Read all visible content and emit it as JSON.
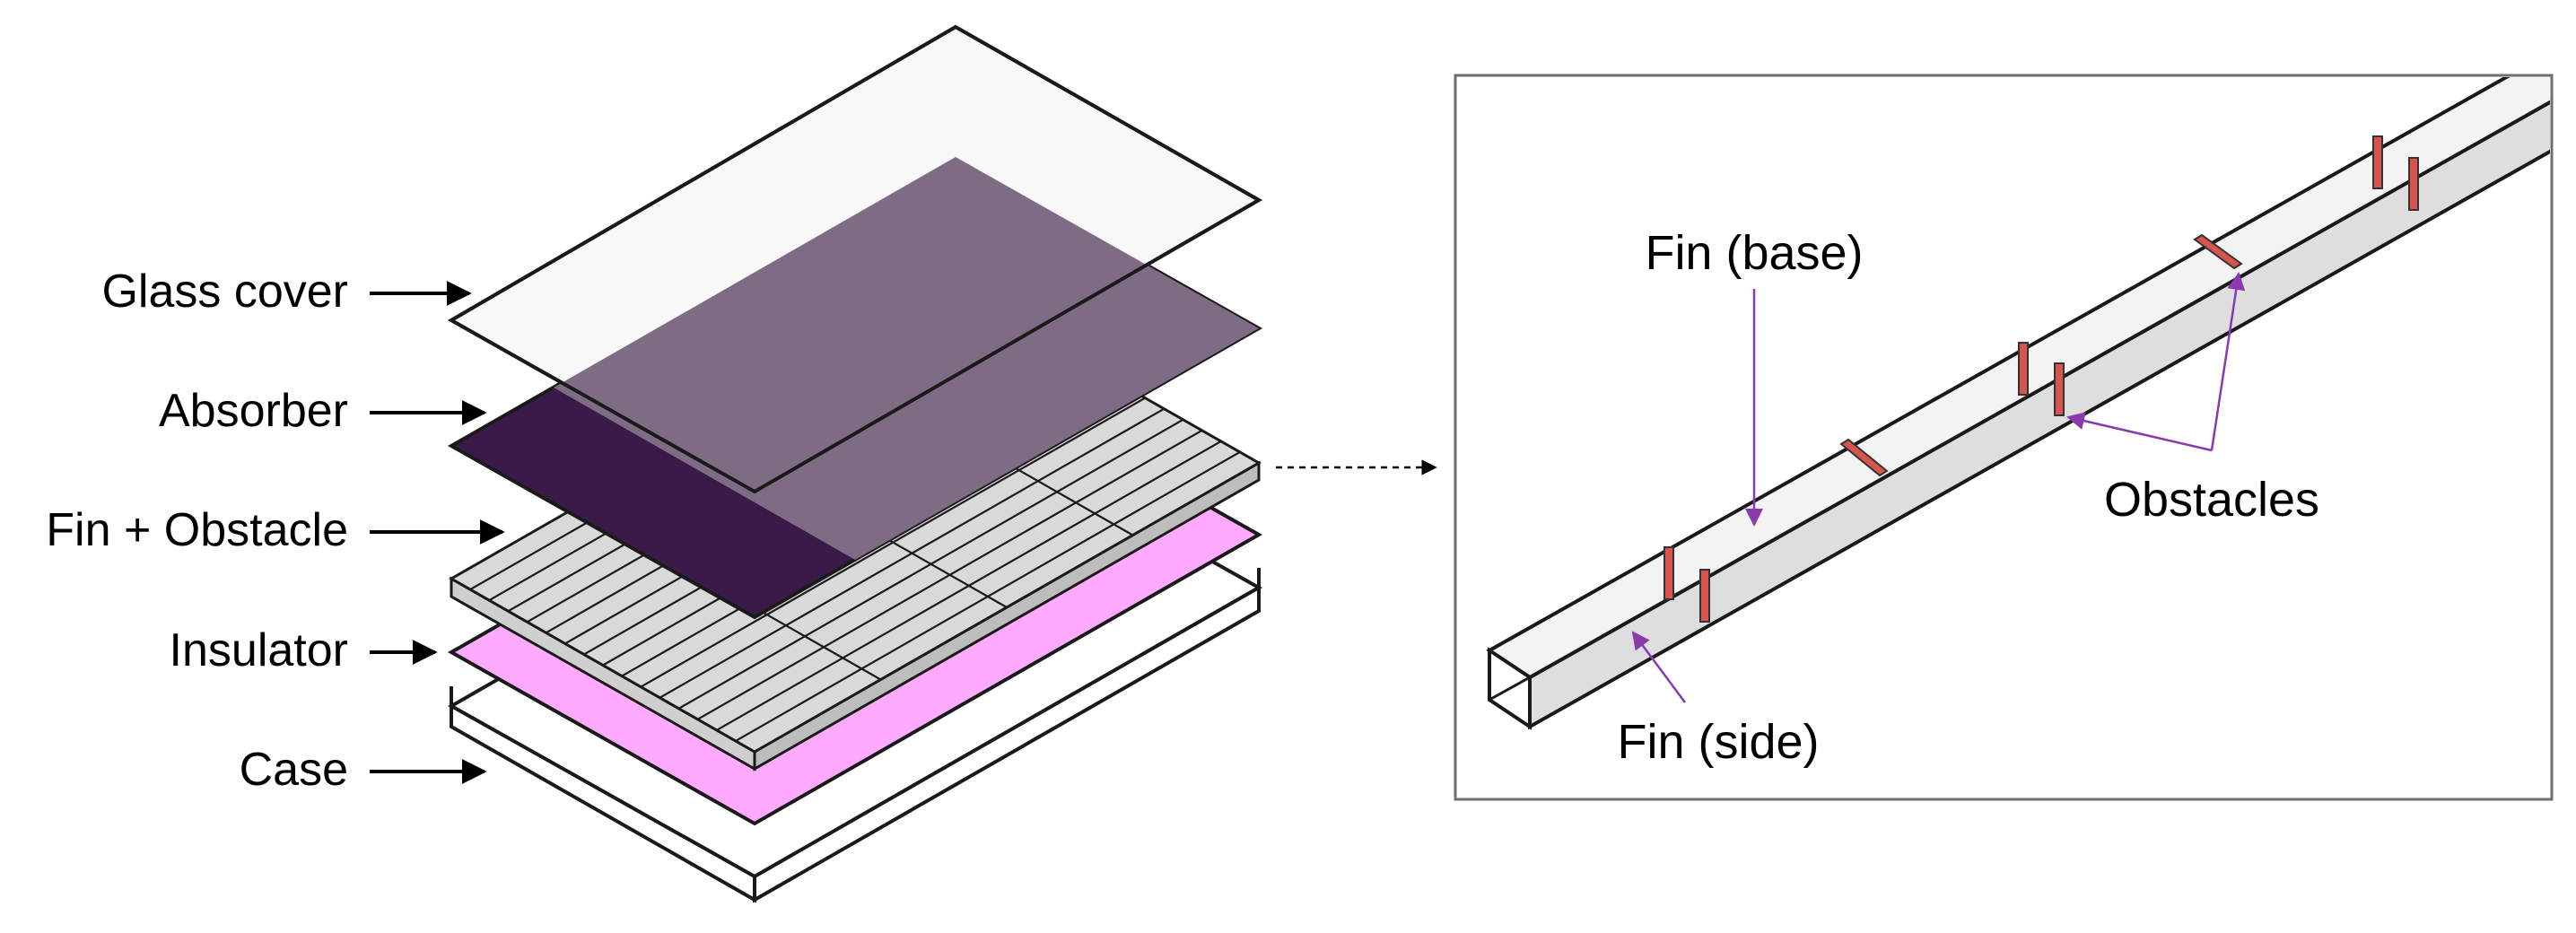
{
  "layers": [
    {
      "id": "glass",
      "label": "Glass cover"
    },
    {
      "id": "absorber",
      "label": "Absorber"
    },
    {
      "id": "fin",
      "label": "Fin + Obstacle"
    },
    {
      "id": "insulator",
      "label": "Insulator"
    },
    {
      "id": "case",
      "label": "Case"
    }
  ],
  "detail": {
    "fin_base": "Fin (base)",
    "obstacles": "Obstacles",
    "fin_side": "Fin (side)"
  },
  "colors": {
    "glass_fill": "#f8f8f8",
    "absorber_fill": "#3a1a48",
    "absorber_translucent": "#7e6b84",
    "insulator_fill": "#ffaaff",
    "fin_fill": "#d9d9d9",
    "detail_fin_light": "#f3f3f3",
    "detail_fin_dark": "#dedede",
    "obstacle_fill": "#d9534f",
    "pointer": "#8a3aad",
    "stroke": "#1a1a1a"
  }
}
